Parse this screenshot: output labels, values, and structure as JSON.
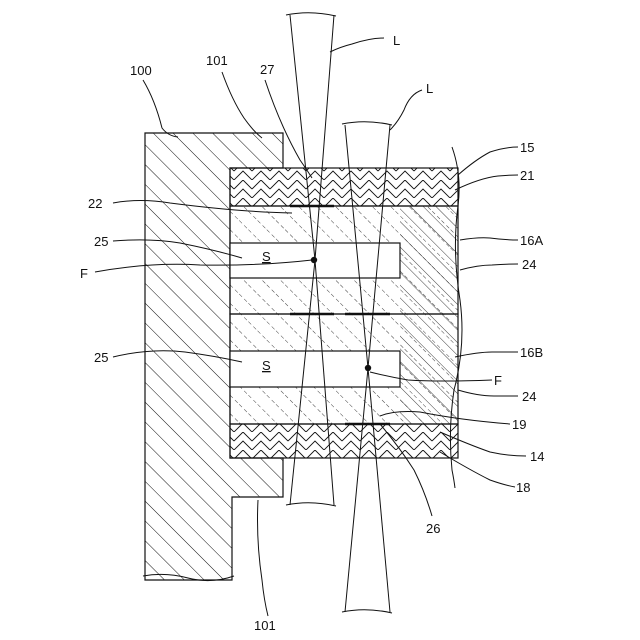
{
  "labels": {
    "l100": "100",
    "l101_top": "101",
    "l27": "27",
    "lL1": "L",
    "lL2": "L",
    "l15": "15",
    "l21": "21",
    "l22": "22",
    "l25a": "25",
    "l16A": "16A",
    "l24a": "24",
    "lFa": "F",
    "lSa": "S",
    "l25b": "25",
    "l16B": "16B",
    "lSb": "S",
    "lFb": "F",
    "l24b": "24",
    "l19": "19",
    "l14": "14",
    "l18": "18",
    "l26": "26",
    "l101_bot": "101"
  },
  "colors": {
    "ink": "#111111",
    "background": "#ffffff"
  }
}
